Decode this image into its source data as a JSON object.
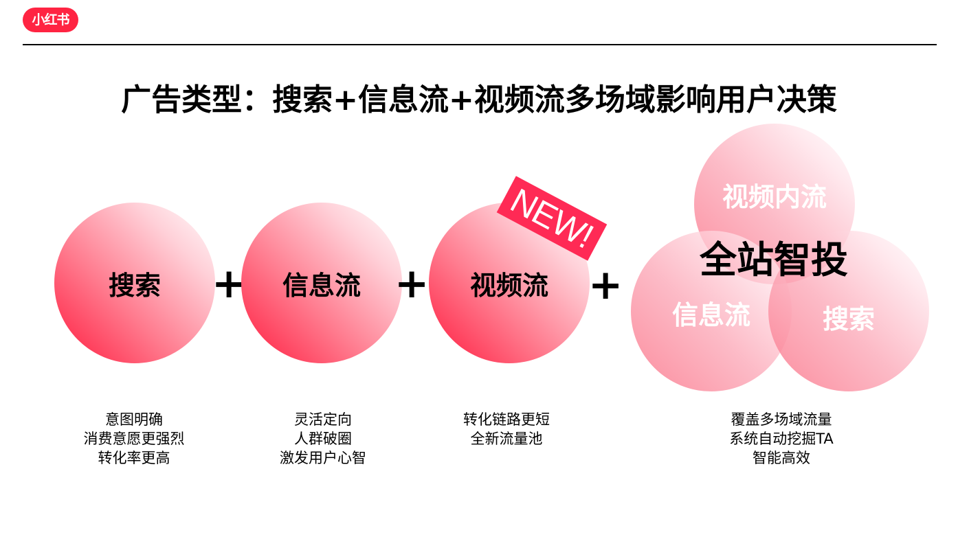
{
  "brand": {
    "logo_text": "小红书",
    "color": "#ff2442"
  },
  "title": "广告类型：搜索+信息流+视频流多场域影响用户决策",
  "products": [
    {
      "label": "搜索",
      "desc": [
        "意图明确",
        "消费意愿更强烈",
        "转化率更高"
      ]
    },
    {
      "label": "信息流",
      "desc": [
        "灵活定向",
        "人群破圈",
        "激发用户心智"
      ]
    },
    {
      "label": "视频流",
      "badge": "NEW!",
      "desc": [
        "转化链路更短",
        "全新流量池"
      ]
    }
  ],
  "operator": "+",
  "combined": {
    "title": "全站智投",
    "circles": [
      "视频内流",
      "信息流",
      "搜索"
    ],
    "desc": [
      "覆盖多场域流量",
      "系统自动挖掘TA",
      "智能高效"
    ]
  },
  "colors": {
    "accent": "#ff2442",
    "badge": "#ff2a55"
  }
}
